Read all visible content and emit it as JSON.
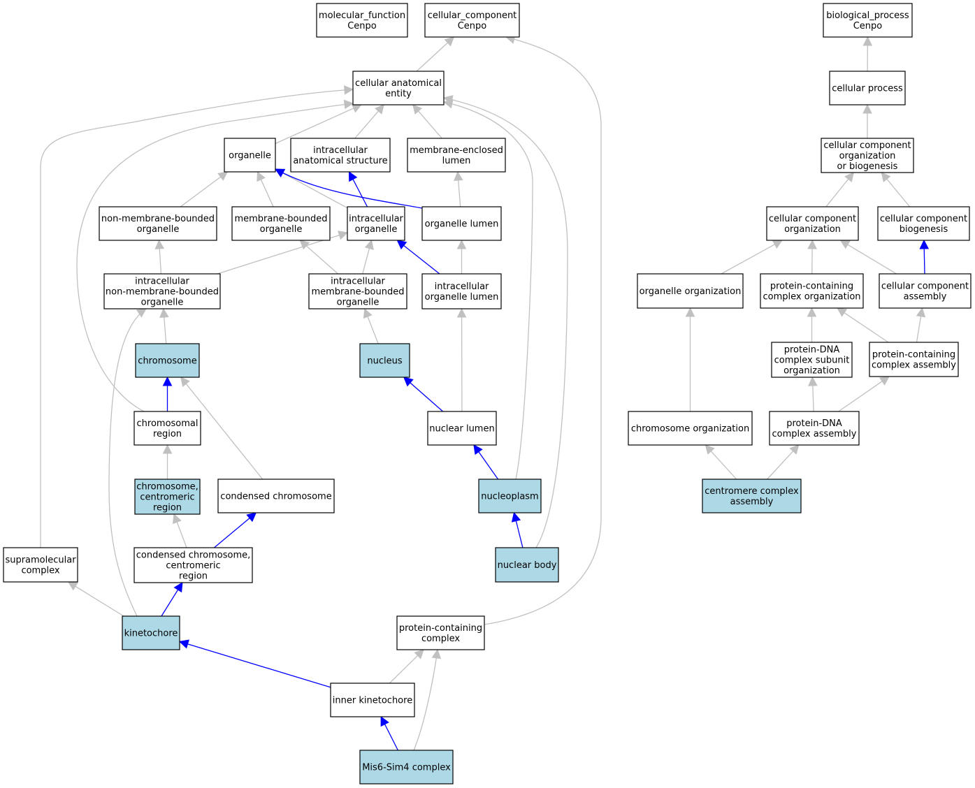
{
  "colors": {
    "highlight_fill": "#add8e6",
    "plain_fill": "#ffffff",
    "is_a_edge": "#c0c0c0",
    "part_of_edge": "#0000ff"
  },
  "nodes": {
    "mf_root": {
      "lines": [
        "molecular_function",
        "Cenpo"
      ],
      "highlight": false
    },
    "cc_root": {
      "lines": [
        "cellular_component",
        "Cenpo"
      ],
      "highlight": false
    },
    "bp_root": {
      "lines": [
        "biological_process",
        "Cenpo"
      ],
      "highlight": false
    },
    "cell_anat": {
      "lines": [
        "cellular anatomical",
        "entity"
      ],
      "highlight": false
    },
    "organelle": {
      "lines": [
        "organelle"
      ],
      "highlight": false
    },
    "intra_anat": {
      "lines": [
        "intracellular",
        "anatomical structure"
      ],
      "highlight": false
    },
    "mem_lumen": {
      "lines": [
        "membrane-enclosed",
        "lumen"
      ],
      "highlight": false
    },
    "nonmem_org": {
      "lines": [
        "non-membrane-bounded",
        "organelle"
      ],
      "highlight": false
    },
    "mem_org": {
      "lines": [
        "membrane-bounded",
        "organelle"
      ],
      "highlight": false
    },
    "intra_org": {
      "lines": [
        "intracellular",
        "organelle"
      ],
      "highlight": false
    },
    "org_lumen": {
      "lines": [
        "organelle lumen"
      ],
      "highlight": false
    },
    "intra_nonmem": {
      "lines": [
        "intracellular",
        "non-membrane-bounded",
        "organelle"
      ],
      "highlight": false
    },
    "intra_mem": {
      "lines": [
        "intracellular",
        "membrane-bounded",
        "organelle"
      ],
      "highlight": false
    },
    "intra_org_lumen": {
      "lines": [
        "intracellular",
        "organelle lumen"
      ],
      "highlight": false
    },
    "chromosome": {
      "lines": [
        "chromosome"
      ],
      "highlight": true
    },
    "nucleus": {
      "lines": [
        "nucleus"
      ],
      "highlight": true
    },
    "chrom_region": {
      "lines": [
        "chromosomal",
        "region"
      ],
      "highlight": false
    },
    "nuc_lumen": {
      "lines": [
        "nuclear lumen"
      ],
      "highlight": false
    },
    "centromeric": {
      "lines": [
        "chromosome,",
        "centromeric",
        "region"
      ],
      "highlight": true
    },
    "condensed": {
      "lines": [
        "condensed chromosome"
      ],
      "highlight": false
    },
    "nucleoplasm": {
      "lines": [
        "nucleoplasm"
      ],
      "highlight": true
    },
    "supramol": {
      "lines": [
        "supramolecular",
        "complex"
      ],
      "highlight": false
    },
    "cond_centro": {
      "lines": [
        "condensed chromosome,",
        "centromeric",
        "region"
      ],
      "highlight": false
    },
    "nuc_body": {
      "lines": [
        "nuclear body"
      ],
      "highlight": true
    },
    "kinetochore": {
      "lines": [
        "kinetochore"
      ],
      "highlight": true
    },
    "prot_complex": {
      "lines": [
        "protein-containing",
        "complex"
      ],
      "highlight": false
    },
    "inner_kin": {
      "lines": [
        "inner kinetochore"
      ],
      "highlight": false
    },
    "mis6": {
      "lines": [
        "Mis6-Sim4 complex"
      ],
      "highlight": true
    },
    "cell_process": {
      "lines": [
        "cellular process"
      ],
      "highlight": false
    },
    "ccob": {
      "lines": [
        "cellular component",
        "organization",
        "or biogenesis"
      ],
      "highlight": false
    },
    "cco": {
      "lines": [
        "cellular component",
        "organization"
      ],
      "highlight": false
    },
    "ccb": {
      "lines": [
        "cellular component",
        "biogenesis"
      ],
      "highlight": false
    },
    "org_org": {
      "lines": [
        "organelle organization"
      ],
      "highlight": false
    },
    "pcco": {
      "lines": [
        "protein-containing",
        "complex organization"
      ],
      "highlight": false
    },
    "cca": {
      "lines": [
        "cellular component",
        "assembly"
      ],
      "highlight": false
    },
    "pdna_sub": {
      "lines": [
        "protein-DNA",
        "complex subunit",
        "organization"
      ],
      "highlight": false
    },
    "pca": {
      "lines": [
        "protein-containing",
        "complex assembly"
      ],
      "highlight": false
    },
    "chrom_org": {
      "lines": [
        "chromosome organization"
      ],
      "highlight": false
    },
    "pdna_asm": {
      "lines": [
        "protein-DNA",
        "complex assembly"
      ],
      "highlight": false
    },
    "centro_asm": {
      "lines": [
        "centromere complex",
        "assembly"
      ],
      "highlight": true
    }
  },
  "edges": [
    {
      "from": "cell_anat",
      "to": "cc_root",
      "type": "is_a"
    },
    {
      "from": "organelle",
      "to": "cell_anat",
      "type": "is_a"
    },
    {
      "from": "intra_anat",
      "to": "cell_anat",
      "type": "is_a"
    },
    {
      "from": "mem_lumen",
      "to": "cell_anat",
      "type": "is_a"
    },
    {
      "from": "nonmem_org",
      "to": "organelle",
      "type": "is_a"
    },
    {
      "from": "mem_org",
      "to": "organelle",
      "type": "is_a"
    },
    {
      "from": "intra_org",
      "to": "organelle",
      "type": "is_a"
    },
    {
      "from": "intra_org",
      "to": "intra_anat",
      "type": "part_of"
    },
    {
      "from": "org_lumen",
      "to": "organelle",
      "type": "part_of"
    },
    {
      "from": "org_lumen",
      "to": "mem_lumen",
      "type": "is_a"
    },
    {
      "from": "intra_nonmem",
      "to": "nonmem_org",
      "type": "is_a"
    },
    {
      "from": "intra_nonmem",
      "to": "intra_org",
      "type": "is_a"
    },
    {
      "from": "intra_mem",
      "to": "mem_org",
      "type": "is_a"
    },
    {
      "from": "intra_mem",
      "to": "intra_org",
      "type": "is_a"
    },
    {
      "from": "intra_org_lumen",
      "to": "org_lumen",
      "type": "is_a"
    },
    {
      "from": "intra_org_lumen",
      "to": "intra_org",
      "type": "part_of"
    },
    {
      "from": "chromosome",
      "to": "intra_nonmem",
      "type": "is_a"
    },
    {
      "from": "nucleus",
      "to": "intra_mem",
      "type": "is_a"
    },
    {
      "from": "chrom_region",
      "to": "chromosome",
      "type": "part_of"
    },
    {
      "from": "chrom_region",
      "to": "cell_anat",
      "type": "is_a"
    },
    {
      "from": "nuc_lumen",
      "to": "nucleus",
      "type": "part_of"
    },
    {
      "from": "nuc_lumen",
      "to": "intra_org_lumen",
      "type": "is_a"
    },
    {
      "from": "centromeric",
      "to": "chrom_region",
      "type": "is_a"
    },
    {
      "from": "condensed",
      "to": "chromosome",
      "type": "is_a"
    },
    {
      "from": "nucleoplasm",
      "to": "nuc_lumen",
      "type": "part_of"
    },
    {
      "from": "nucleoplasm",
      "to": "cell_anat",
      "type": "is_a"
    },
    {
      "from": "supramol",
      "to": "cell_anat",
      "type": "is_a"
    },
    {
      "from": "cond_centro",
      "to": "centromeric",
      "type": "is_a"
    },
    {
      "from": "cond_centro",
      "to": "condensed",
      "type": "part_of"
    },
    {
      "from": "nuc_body",
      "to": "nucleoplasm",
      "type": "part_of"
    },
    {
      "from": "nuc_body",
      "to": "cell_anat",
      "type": "is_a"
    },
    {
      "from": "kinetochore",
      "to": "cond_centro",
      "type": "part_of"
    },
    {
      "from": "kinetochore",
      "to": "supramol",
      "type": "is_a"
    },
    {
      "from": "kinetochore",
      "to": "intra_nonmem",
      "type": "is_a"
    },
    {
      "from": "prot_complex",
      "to": "cc_root",
      "type": "is_a"
    },
    {
      "from": "inner_kin",
      "to": "kinetochore",
      "type": "part_of"
    },
    {
      "from": "inner_kin",
      "to": "prot_complex",
      "type": "is_a"
    },
    {
      "from": "mis6",
      "to": "inner_kin",
      "type": "part_of"
    },
    {
      "from": "mis6",
      "to": "prot_complex",
      "type": "is_a"
    },
    {
      "from": "cell_process",
      "to": "bp_root",
      "type": "is_a"
    },
    {
      "from": "ccob",
      "to": "cell_process",
      "type": "is_a"
    },
    {
      "from": "cco",
      "to": "ccob",
      "type": "is_a"
    },
    {
      "from": "ccb",
      "to": "ccob",
      "type": "is_a"
    },
    {
      "from": "org_org",
      "to": "cco",
      "type": "is_a"
    },
    {
      "from": "pcco",
      "to": "cco",
      "type": "is_a"
    },
    {
      "from": "cca",
      "to": "cco",
      "type": "is_a"
    },
    {
      "from": "cca",
      "to": "ccb",
      "type": "part_of"
    },
    {
      "from": "pdna_sub",
      "to": "pcco",
      "type": "is_a"
    },
    {
      "from": "pca",
      "to": "pcco",
      "type": "is_a"
    },
    {
      "from": "pca",
      "to": "cca",
      "type": "is_a"
    },
    {
      "from": "chrom_org",
      "to": "org_org",
      "type": "is_a"
    },
    {
      "from": "pdna_asm",
      "to": "pdna_sub",
      "type": "is_a"
    },
    {
      "from": "pdna_asm",
      "to": "pca",
      "type": "is_a"
    },
    {
      "from": "centro_asm",
      "to": "chrom_org",
      "type": "is_a"
    },
    {
      "from": "centro_asm",
      "to": "pdna_asm",
      "type": "is_a"
    }
  ]
}
